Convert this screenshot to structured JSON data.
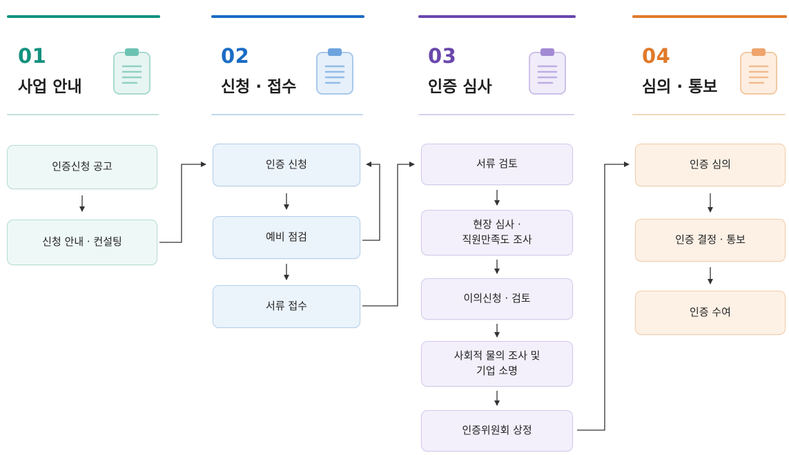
{
  "colors": {
    "step1": "#13917f",
    "step2": "#1b6cc4",
    "step3": "#6a47ad",
    "step4": "#e07a2b",
    "arrow": "#333333"
  },
  "columns": [
    {
      "number": "01",
      "title": "사업 안내",
      "icon": "clipboard-icon",
      "boxes": [
        "인증신청 공고",
        "신청 안내 · 컨설팅"
      ]
    },
    {
      "number": "02",
      "title": "신청 · 접수",
      "icon": "clipboard-icon",
      "boxes": [
        "인증 신청",
        "예비 점검",
        "서류 접수"
      ]
    },
    {
      "number": "03",
      "title": "인증 심사",
      "icon": "clipboard-icon",
      "boxes": [
        "서류 검토",
        "현장 심사 ·\n직원만족도 조사",
        "이의신청 · 검토",
        "사회적 물의 조사 및\n기업 소명",
        "인증위원회 상정"
      ]
    },
    {
      "number": "04",
      "title": "심의 · 통보",
      "icon": "clipboard-icon",
      "boxes": [
        "인증 심의",
        "인증 결정 · 통보",
        "인증 수여"
      ]
    }
  ]
}
